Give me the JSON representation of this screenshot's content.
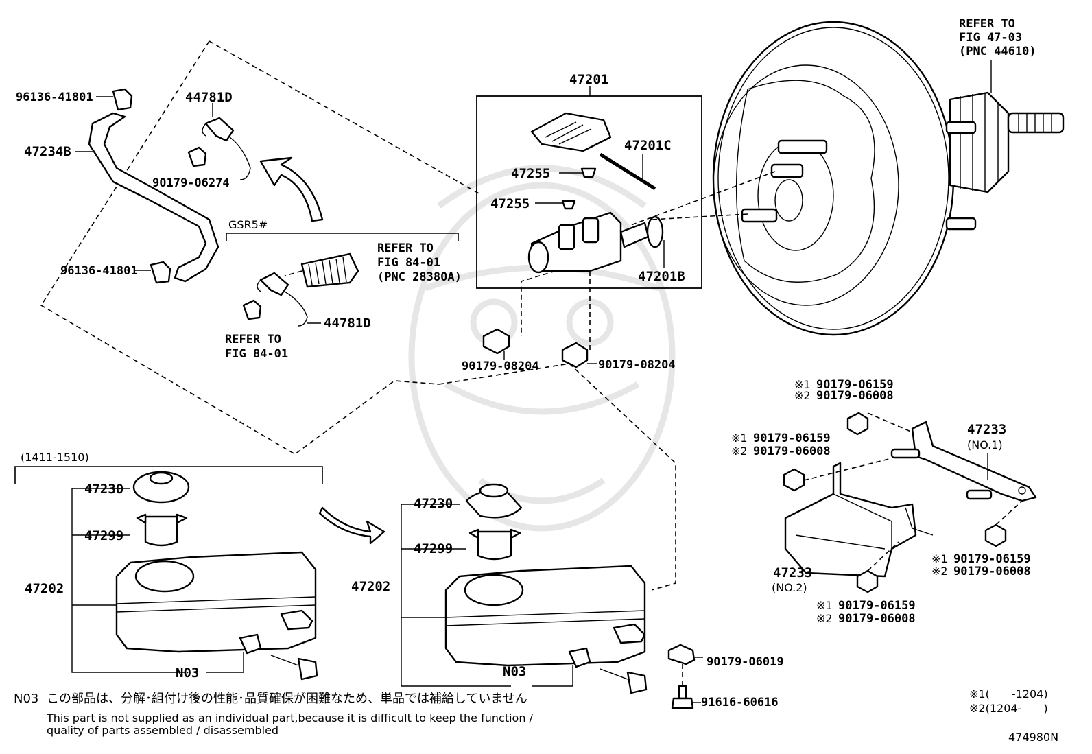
{
  "diagram": {
    "figure_code": "474980N",
    "variant_label": "GSR5#",
    "date_range_label": "(1411-1510)",
    "refer_boxes": {
      "booster_line1": "REFER TO",
      "booster_line2": "FIG 47-03",
      "booster_line3": "(PNC 44610)",
      "fig84_top_line1": "REFER TO",
      "fig84_top_line2": "FIG 84-01",
      "fig84_top_line3": "(PNC 28380A)",
      "fig84_bottom_line1": "REFER TO",
      "fig84_bottom_line2": "FIG 84-01"
    },
    "part_labels": {
      "hose_clamp_top": "96136-41801",
      "hose": "47234B",
      "hose_clamp_bottom": "96136-41801",
      "sensor_top": "44781D",
      "sensor_nut": "90179-06274",
      "sensor_bottom": "44781D",
      "master_cylinder": "47201",
      "pin": "47201C",
      "grommet_1": "47255",
      "grommet_2": "47255",
      "o_ring": "47201B",
      "nut_left": "90179-08204",
      "nut_right": "90179-08204",
      "bracket_no1": "47233",
      "bracket_no1_sub": "(NO.1)",
      "bracket_no2": "47233",
      "bracket_no2_sub": "(NO.2)",
      "nut_a_1": "90179-06159",
      "nut_a_2": "90179-06008",
      "nut_b_1": "90179-06159",
      "nut_b_2": "90179-06008",
      "nut_c_1": "90179-06159",
      "nut_c_2": "90179-06008",
      "nut_d_1": "90179-06159",
      "nut_d_2": "90179-06008",
      "cap_left": "47230",
      "strainer_left": "47299",
      "reservoir_left": "47202",
      "n03_left": "N03",
      "cap_right": "47230",
      "strainer_right": "47299",
      "reservoir_right": "47202",
      "n03_right": "N03",
      "nut_reservoir": "90179-06019",
      "bolt_reservoir": "91616-60616"
    },
    "marks": {
      "mark1": "※1",
      "mark2": "※2",
      "legend1": "※1(　　-1204)",
      "legend2": "※2(1204-　　)"
    },
    "footnote": {
      "code": "N03",
      "jp": "この部品は、分解･組付け後の性能･品質確保が困難なため、単品では補給していません",
      "en_line1": "This part is not supplied as an individual part,because it is difficult to keep the function /",
      "en_line2": "quality of parts assembled / disassembled"
    }
  }
}
